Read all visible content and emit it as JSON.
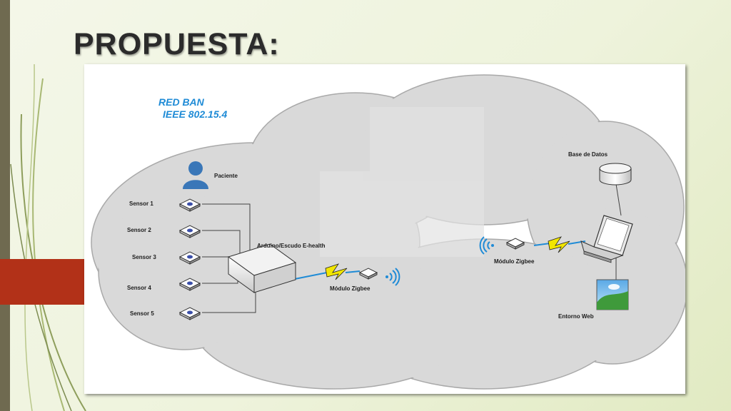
{
  "slide": {
    "title": "PROPUESTA:"
  },
  "diagram": {
    "network_name": "RED BAN",
    "network_standard": "IEEE 802.15.4",
    "nodes": {
      "patient": "Paciente",
      "sensors": [
        "Sensor 1",
        "Sensor 2",
        "Sensor 3",
        "Sensor 4",
        "Sensor 5"
      ],
      "arduino": "Arduino/Escudo E-health",
      "zigbee_left": "Módulo Zigbee",
      "zigbee_right": "Módulo Zigbee",
      "database": "Base de Datos",
      "web": "Entorno Web"
    },
    "colors": {
      "cloud_fill": "#d9d9d9",
      "network_label": "#1f8bd6",
      "lightning": "#f2e600",
      "patient_icon": "#3a77b8",
      "accent_tab": "#b23118"
    },
    "icons": [
      "user-icon",
      "sensor-icon",
      "arduino-box-icon",
      "zigbee-module-icon",
      "wireless-signal-icon",
      "lightning-link-icon",
      "database-icon",
      "laptop-icon",
      "web-image-icon"
    ]
  }
}
